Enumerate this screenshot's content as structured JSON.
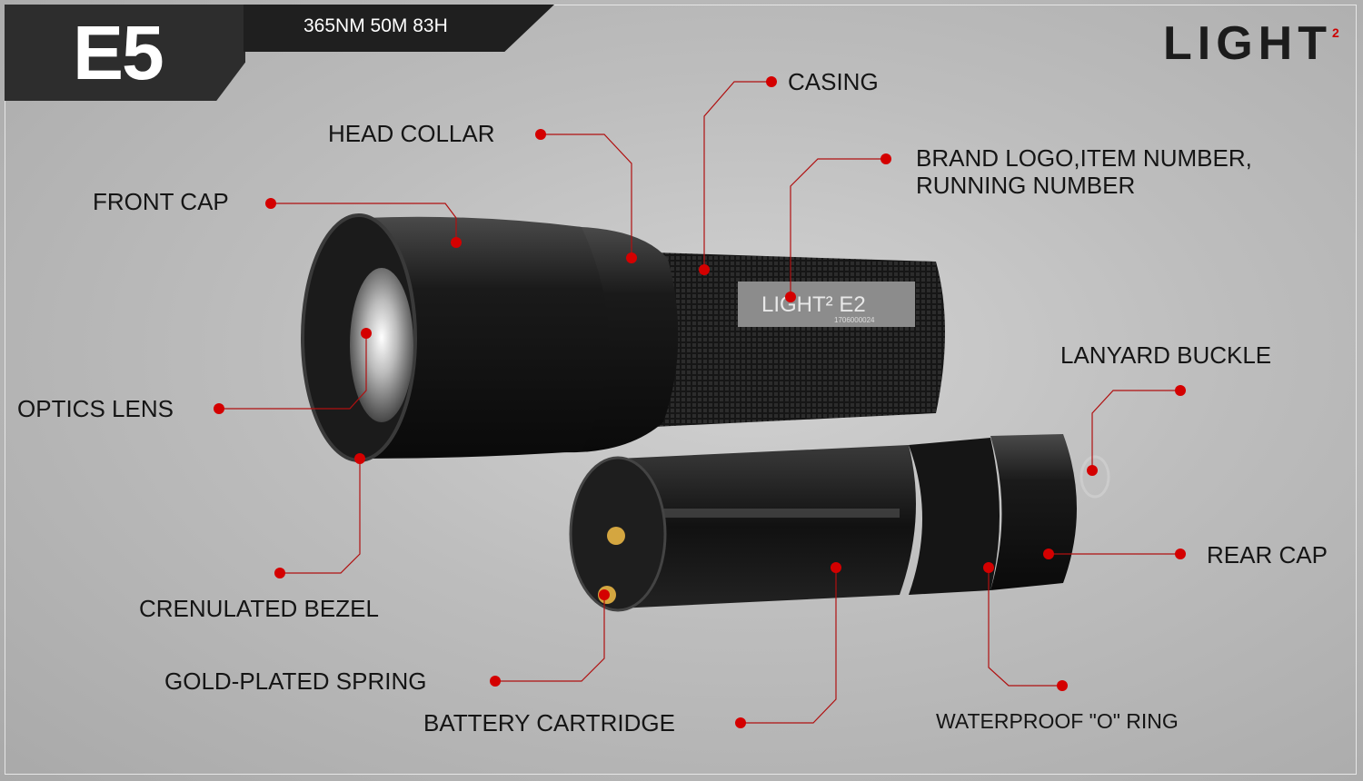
{
  "header": {
    "model": "E5",
    "specs": "365NM 50M 83H",
    "brand_logo": "LIGHT",
    "brand_logo_sup": "2"
  },
  "product_engraving": {
    "brand": "LIGHT² E2",
    "serial": "1706000024"
  },
  "labels": {
    "casing": "CASING",
    "head_collar": "HEAD COLLAR",
    "front_cap": "FRONT CAP",
    "brand_logo_line1": "BRAND LOGO,ITEM NUMBER,",
    "brand_logo_line2": "RUNNING NUMBER",
    "optics_lens": "OPTICS LENS",
    "crenulated_bezel": "CRENULATED BEZEL",
    "lanyard_buckle": "LANYARD BUCKLE",
    "rear_cap": "REAR CAP",
    "gold_plated_spring": "GOLD-PLATED SPRING",
    "battery_cartridge": "BATTERY CARTRIDGE",
    "waterproof_o_ring": "WATERPROOF \"O\" RING"
  },
  "colors": {
    "marker": "#d40000",
    "panel": "#2d2d2d"
  }
}
